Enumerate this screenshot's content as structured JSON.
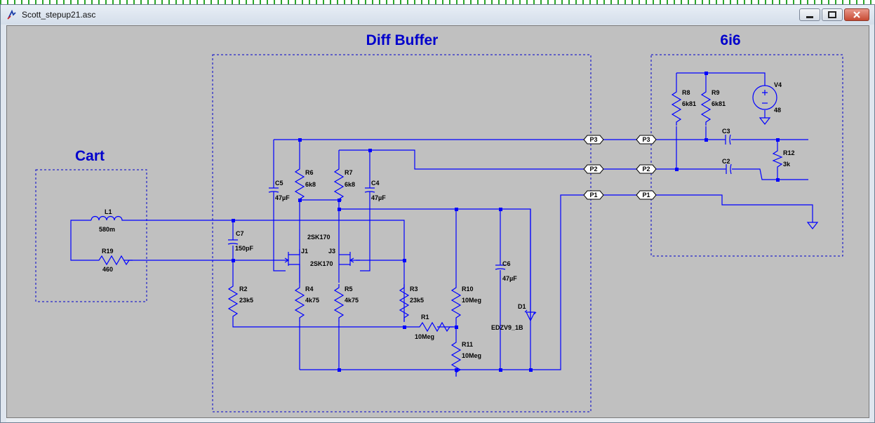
{
  "window": {
    "title": "Scott_stepup21.asc"
  },
  "icons": {
    "app": "ltspice-app-icon",
    "minimize": "minimize-icon",
    "maximize": "maximize-icon",
    "close": "close-icon"
  },
  "blocks": {
    "cart": "Cart",
    "diff": "Diff Buffer",
    "out": "6i6"
  },
  "components": {
    "L1": {
      "ref": "L1",
      "value": "580m"
    },
    "R19": {
      "ref": "R19",
      "value": "460"
    },
    "C7": {
      "ref": "C7",
      "value": "150pF"
    },
    "R2": {
      "ref": "R2",
      "value": "23k5"
    },
    "C5": {
      "ref": "C5",
      "value": "47µF"
    },
    "R6": {
      "ref": "R6",
      "value": "6k8"
    },
    "R7": {
      "ref": "R7",
      "value": "6k8"
    },
    "C4": {
      "ref": "C4",
      "value": "47µF"
    },
    "J1": {
      "ref": "J1",
      "value": "2SK170"
    },
    "J3": {
      "ref": "J3",
      "value": "2SK170"
    },
    "R4": {
      "ref": "R4",
      "value": "4k75"
    },
    "R5": {
      "ref": "R5",
      "value": "4k75"
    },
    "R3": {
      "ref": "R3",
      "value": "23k5"
    },
    "R1": {
      "ref": "R1",
      "value": "10Meg"
    },
    "R10": {
      "ref": "R10",
      "value": "10Meg"
    },
    "R11": {
      "ref": "R11",
      "value": "10Meg"
    },
    "C6": {
      "ref": "C6",
      "value": "47µF"
    },
    "D1": {
      "ref": "D1",
      "value": "EDZV9_1B"
    },
    "R8": {
      "ref": "R8",
      "value": "6k81"
    },
    "R9": {
      "ref": "R9",
      "value": "6k81"
    },
    "V4": {
      "ref": "V4",
      "value": "48"
    },
    "C3": {
      "ref": "C3"
    },
    "C2": {
      "ref": "C2"
    },
    "R12": {
      "ref": "R12",
      "value": "3k"
    }
  },
  "ports": {
    "p1": "P1",
    "p2": "P2",
    "p3": "P3"
  },
  "colors": {
    "wire": "#0000ff",
    "label": "#000000",
    "title": "#0000cc",
    "background": "#c0c0c0"
  }
}
